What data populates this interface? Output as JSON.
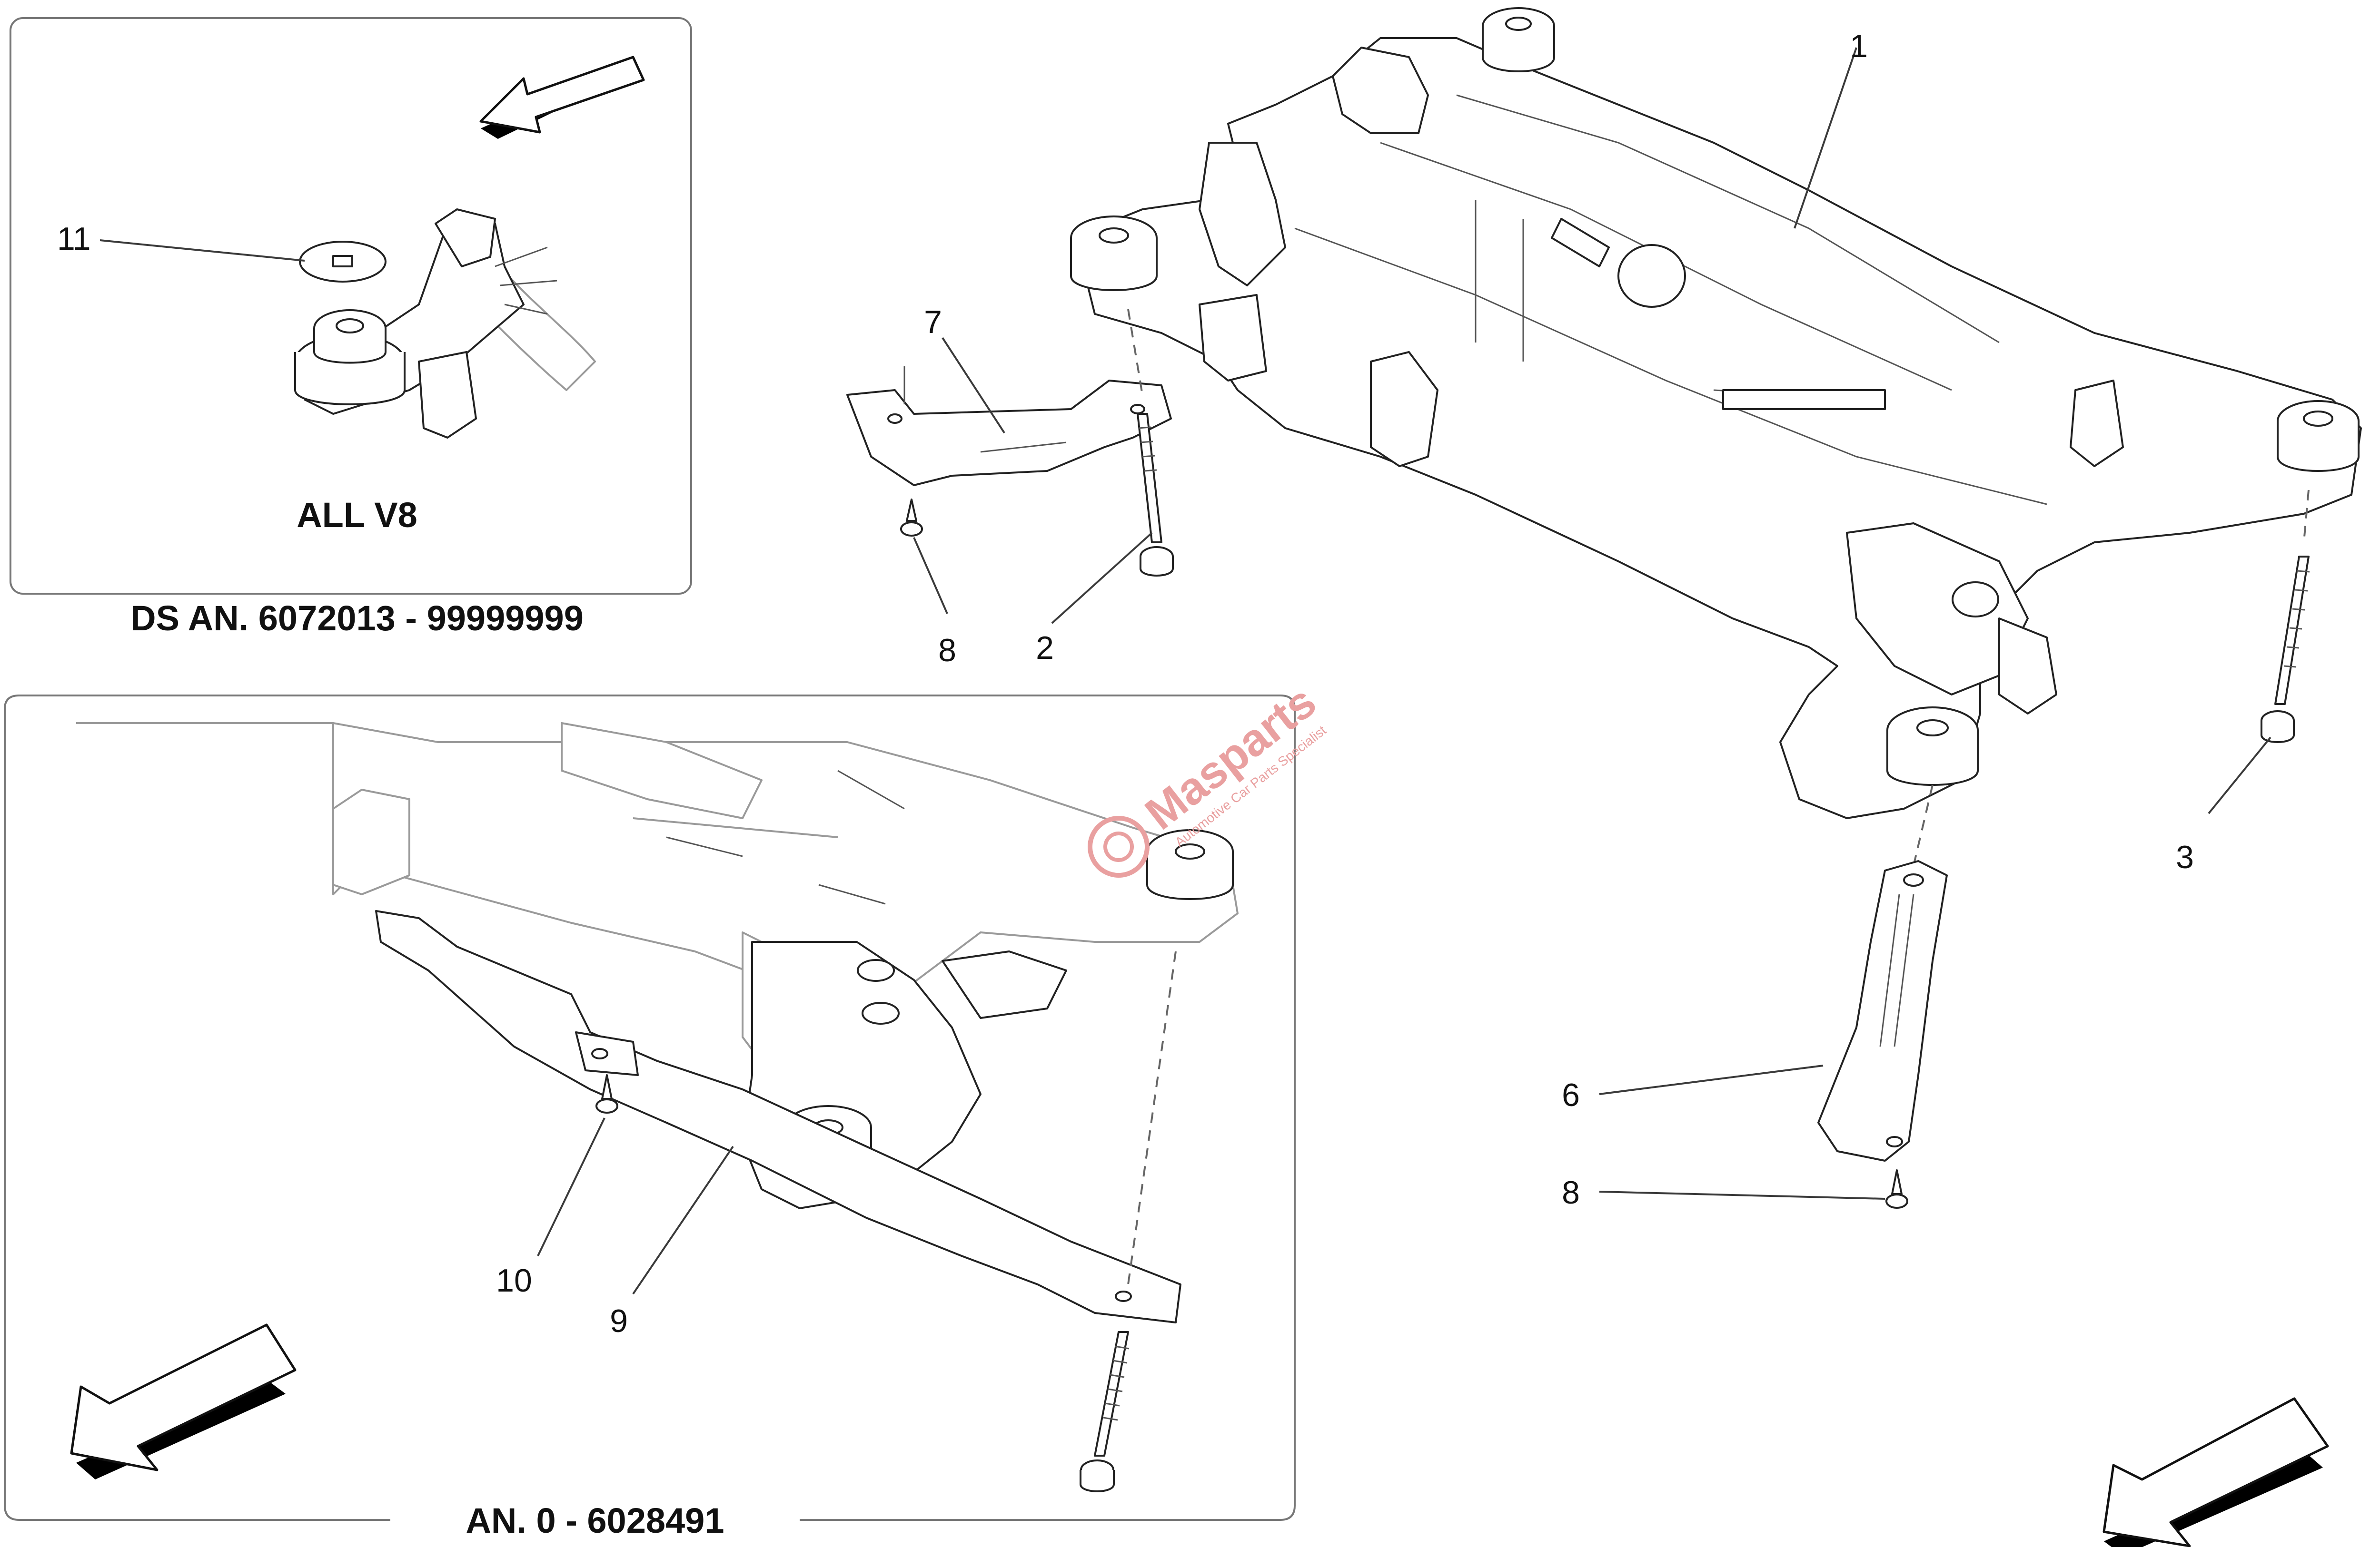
{
  "callouts": {
    "c1": "1",
    "c2": "2",
    "c3": "3",
    "c6": "6",
    "c7": "7",
    "c8a": "8",
    "c8b": "8",
    "c9": "9",
    "c10": "10",
    "c11": "11"
  },
  "inset_top": {
    "caption_line1": "ALL V8",
    "caption_line2": "DS   AN. 6072013 - 99999999"
  },
  "inset_bottom": {
    "caption": "AN. 0 - 6028491"
  },
  "watermark": {
    "brand": "Masparts",
    "tagline": "Automotive Car Parts Specialist"
  },
  "colors": {
    "watermark": "#e9a0a0"
  }
}
